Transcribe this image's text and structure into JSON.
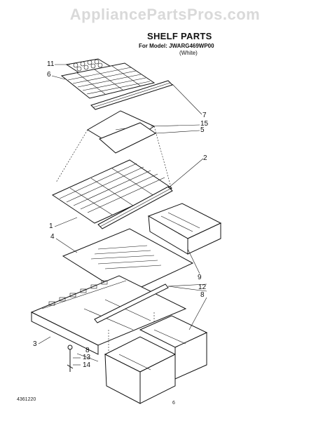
{
  "watermark": "AppliancePartsPros.com",
  "diagram": {
    "title": "SHELF PARTS",
    "model_line": "For Model: JWARG469WP00",
    "variant": "(White)",
    "doc_code": "4361220",
    "page_number": "6"
  },
  "callouts": [
    {
      "id": "c11",
      "label": "11"
    },
    {
      "id": "c6",
      "label": "6"
    },
    {
      "id": "c7",
      "label": "7"
    },
    {
      "id": "c15",
      "label": "15"
    },
    {
      "id": "c5",
      "label": "5"
    },
    {
      "id": "c2",
      "label": "2"
    },
    {
      "id": "c1",
      "label": "1"
    },
    {
      "id": "c4",
      "label": "4"
    },
    {
      "id": "c9",
      "label": "9"
    },
    {
      "id": "c12",
      "label": "12"
    },
    {
      "id": "c8a",
      "label": "8"
    },
    {
      "id": "c3",
      "label": "3"
    },
    {
      "id": "c8b",
      "label": "8"
    },
    {
      "id": "c13",
      "label": "13"
    },
    {
      "id": "c14",
      "label": "14"
    }
  ]
}
